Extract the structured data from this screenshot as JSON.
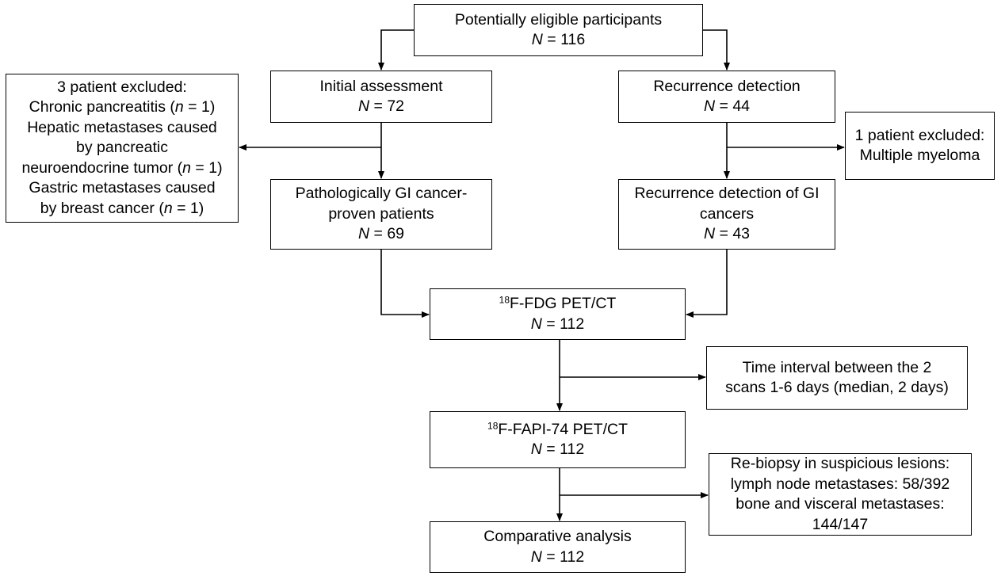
{
  "boxes": {
    "eligible": {
      "title": "Potentially eligible participants",
      "n": "116"
    },
    "initial": {
      "title": "Initial assessment",
      "n": "72"
    },
    "recurrence": {
      "title": "Recurrence detection",
      "n": "44"
    },
    "excluded_left": {
      "l1": "3 patient excluded:",
      "l2_pre": "Chronic pancreatitis (",
      "l2_n": "n",
      "l2_post": " = 1)",
      "l3": "Hepatic metastases caused",
      "l4": "by pancreatic",
      "l5_pre": "neuroendocrine tumor (",
      "l5_n": "n",
      "l5_post": " = 1)",
      "l6": "Gastric metastases caused",
      "l7_pre": "by breast cancer (",
      "l7_n": "n",
      "l7_post": " = 1)"
    },
    "excluded_right": {
      "l1": "1 patient excluded:",
      "l2": "Multiple myeloma"
    },
    "gi_proven": {
      "l1": "Pathologically GI cancer-",
      "l2": "proven patients",
      "n": "69"
    },
    "gi_recurrence": {
      "l1": "Recurrence detection of GI",
      "l2": "cancers",
      "n": "43"
    },
    "fdg": {
      "sup": "18",
      "title": "F-FDG PET/CT",
      "n": "112"
    },
    "interval": {
      "l1": "Time interval between the 2",
      "l2": "scans 1-6 days (median, 2 days)"
    },
    "fapi": {
      "sup": "18",
      "title": "F-FAPI-74 PET/CT",
      "n": "112"
    },
    "rebiopsy": {
      "l1": "Re-biopsy in suspicious lesions:",
      "l2": "lymph node metastases: 58/392",
      "l3": "bone and visceral metastases:",
      "l4": "144/147"
    },
    "comparative": {
      "title": "Comparative analysis",
      "n": "112"
    }
  },
  "n_symbol": "N",
  "equals": " = "
}
